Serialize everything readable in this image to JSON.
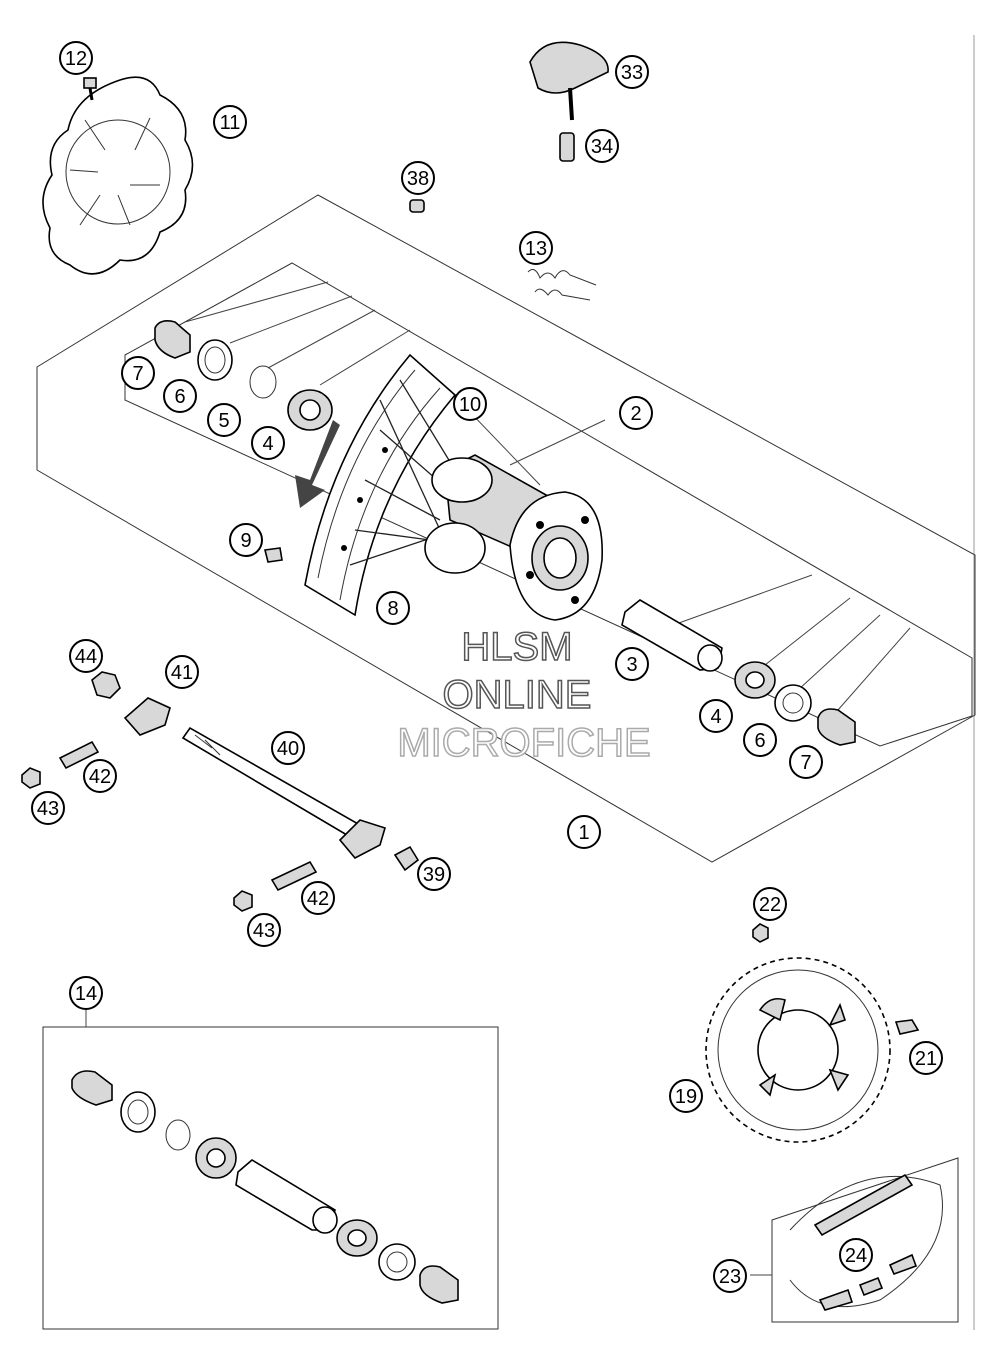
{
  "diagram": {
    "callouts": [
      {
        "id": "c12",
        "label": "12"
      },
      {
        "id": "c11",
        "label": "11"
      },
      {
        "id": "c33",
        "label": "33"
      },
      {
        "id": "c34",
        "label": "34"
      },
      {
        "id": "c38",
        "label": "38"
      },
      {
        "id": "c13",
        "label": "13"
      },
      {
        "id": "c7a",
        "label": "7"
      },
      {
        "id": "c6a",
        "label": "6"
      },
      {
        "id": "c5",
        "label": "5"
      },
      {
        "id": "c4a",
        "label": "4"
      },
      {
        "id": "c10",
        "label": "10"
      },
      {
        "id": "c2",
        "label": "2"
      },
      {
        "id": "c9",
        "label": "9"
      },
      {
        "id": "c8",
        "label": "8"
      },
      {
        "id": "c3",
        "label": "3"
      },
      {
        "id": "c44",
        "label": "44"
      },
      {
        "id": "c41",
        "label": "41"
      },
      {
        "id": "c40",
        "label": "40"
      },
      {
        "id": "c42a",
        "label": "42"
      },
      {
        "id": "c43a",
        "label": "43"
      },
      {
        "id": "c4b",
        "label": "4"
      },
      {
        "id": "c6b",
        "label": "6"
      },
      {
        "id": "c7b",
        "label": "7"
      },
      {
        "id": "c1",
        "label": "1"
      },
      {
        "id": "c39",
        "label": "39"
      },
      {
        "id": "c42b",
        "label": "42"
      },
      {
        "id": "c43b",
        "label": "43"
      },
      {
        "id": "c22",
        "label": "22"
      },
      {
        "id": "c14",
        "label": "14"
      },
      {
        "id": "c21",
        "label": "21"
      },
      {
        "id": "c19",
        "label": "19"
      },
      {
        "id": "c23",
        "label": "23"
      },
      {
        "id": "c24",
        "label": "24"
      }
    ]
  },
  "watermark": {
    "line1": "HLSM",
    "line2": "ONLINE",
    "line3": "MICROFICHE"
  }
}
